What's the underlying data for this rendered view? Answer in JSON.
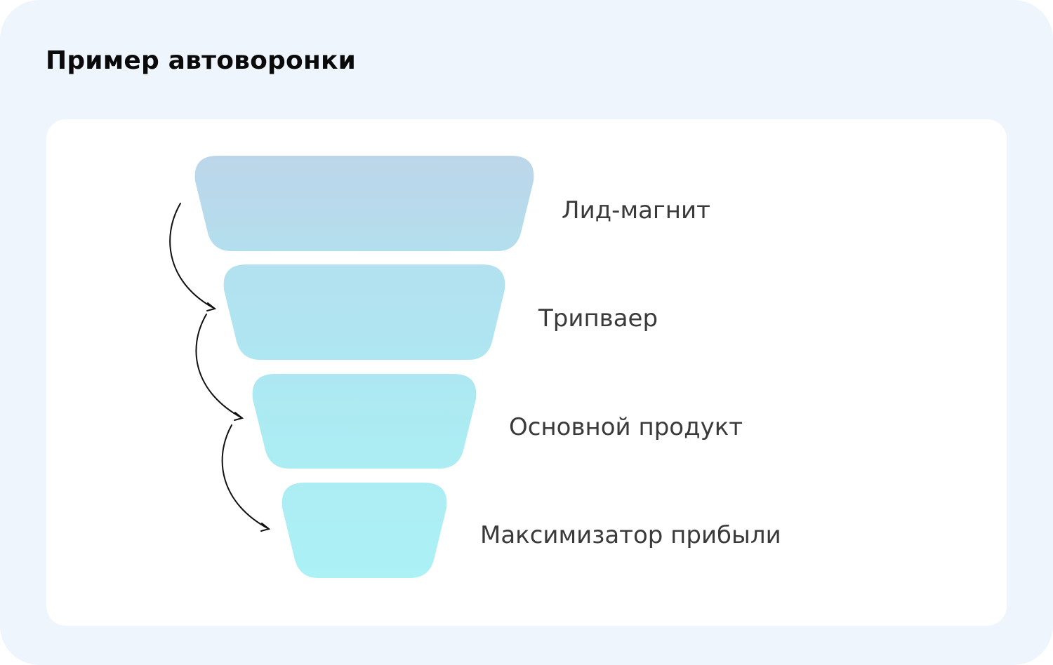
{
  "title": "Пример автоворонки",
  "funnel": {
    "stages": [
      {
        "label": "Лид-магнит",
        "color_top": "#bdd5ea",
        "color_bottom": "#b3dfed"
      },
      {
        "label": "Трипваер",
        "color_top": "#b3e1ef",
        "color_bottom": "#aee6f1"
      },
      {
        "label": "Основной продукт",
        "color_top": "#ade8f2",
        "color_bottom": "#acedf3"
      },
      {
        "label": "Максимизатор прибыли",
        "color_top": "#acedf3",
        "color_bottom": "#abf1f5"
      }
    ],
    "arrows": [
      {
        "icon": "curved-arrow-icon",
        "from": "Лид-магнит",
        "to": "Трипваер"
      },
      {
        "icon": "curved-arrow-icon",
        "from": "Трипваер",
        "to": "Основной продукт"
      },
      {
        "icon": "curved-arrow-icon",
        "from": "Основной продукт",
        "to": "Максимизатор прибыли"
      }
    ]
  },
  "colors": {
    "background": "#eff5fc",
    "card": "#ffffff",
    "title_text": "#0a0a0a",
    "label_text": "#3a3a3a",
    "arrow": "#111111"
  }
}
